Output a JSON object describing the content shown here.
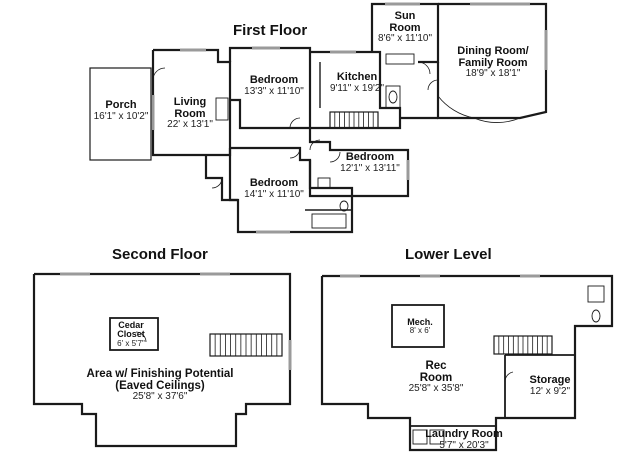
{
  "floors": {
    "first": {
      "title": "First Floor"
    },
    "second": {
      "title": "Second Floor"
    },
    "lower": {
      "title": "Lower Level"
    }
  },
  "rooms": {
    "porch": {
      "name": "Porch",
      "dims": "16'1\" x 10'2\""
    },
    "living": {
      "name_line1": "Living",
      "name_line2": "Room",
      "dims": "22' x 13'1\""
    },
    "bedroom_a": {
      "name": "Bedroom",
      "dims": "13'3\" x 11'10\""
    },
    "kitchen": {
      "name": "Kitchen",
      "dims": "9'11\" x 19'2\""
    },
    "sun": {
      "name_line1": "Sun",
      "name_line2": "Room",
      "dims": "8'6\" x 11'10\""
    },
    "dining": {
      "name_line1": "Dining Room/",
      "name_line2": "Family Room",
      "dims": "18'9\" x 18'1\""
    },
    "bedroom_b": {
      "name": "Bedroom",
      "dims": "12'1\" x 13'11\""
    },
    "bedroom_c": {
      "name": "Bedroom",
      "dims": "14'1\" x 11'10\""
    },
    "cedar": {
      "name_line1": "Cedar",
      "name_line2": "Closet",
      "dims": "6' x 5'7\""
    },
    "area": {
      "name_line1": "Area w/ Finishing Potential",
      "name_line2": "(Eaved Ceilings)",
      "dims": "25'8\" x 37'6\""
    },
    "mech": {
      "name": "Mech.",
      "dims": "8' x 6'"
    },
    "rec": {
      "name_line1": "Rec",
      "name_line2": "Room",
      "dims": "25'8\" x 35'8\""
    },
    "storage": {
      "name": "Storage",
      "dims": "12' x 9'2\""
    },
    "laundry": {
      "name": "Laundry Room",
      "dims": "5'7\" x 20'3\""
    }
  },
  "colors": {
    "wall": "#1a1a1a",
    "window": "#9a9a9a",
    "background": "#ffffff"
  }
}
